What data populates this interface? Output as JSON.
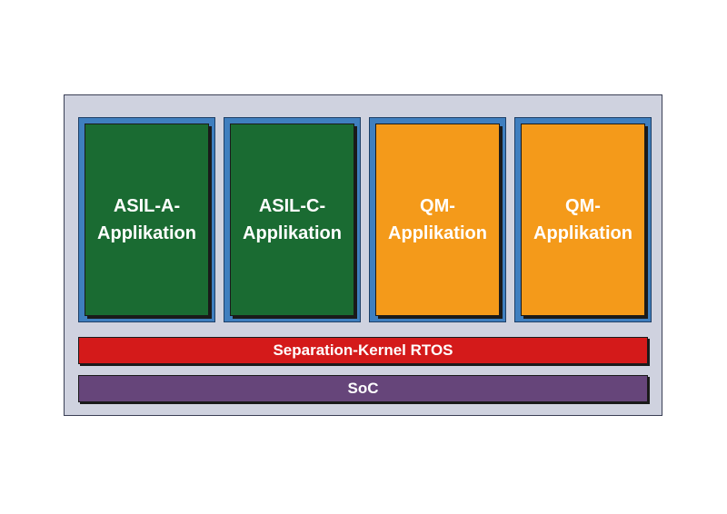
{
  "apps": [
    {
      "line1": "ASIL-A-",
      "line2": "Applikation",
      "color": "#1a6b32"
    },
    {
      "line1": "ASIL-C-",
      "line2": "Applikation",
      "color": "#1a6b32"
    },
    {
      "line1": "QM-",
      "line2": "Applikation",
      "color": "#f49a1a"
    },
    {
      "line1": "QM-",
      "line2": "Applikation",
      "color": "#f49a1a"
    }
  ],
  "layers": {
    "rtos": {
      "label": "Separation-Kernel RTOS",
      "color": "#d41a1a"
    },
    "soc": {
      "label": "SoC",
      "color": "#66457a"
    }
  },
  "colors": {
    "frame": "#cfd2df",
    "app_border": "#3f7fbf"
  }
}
